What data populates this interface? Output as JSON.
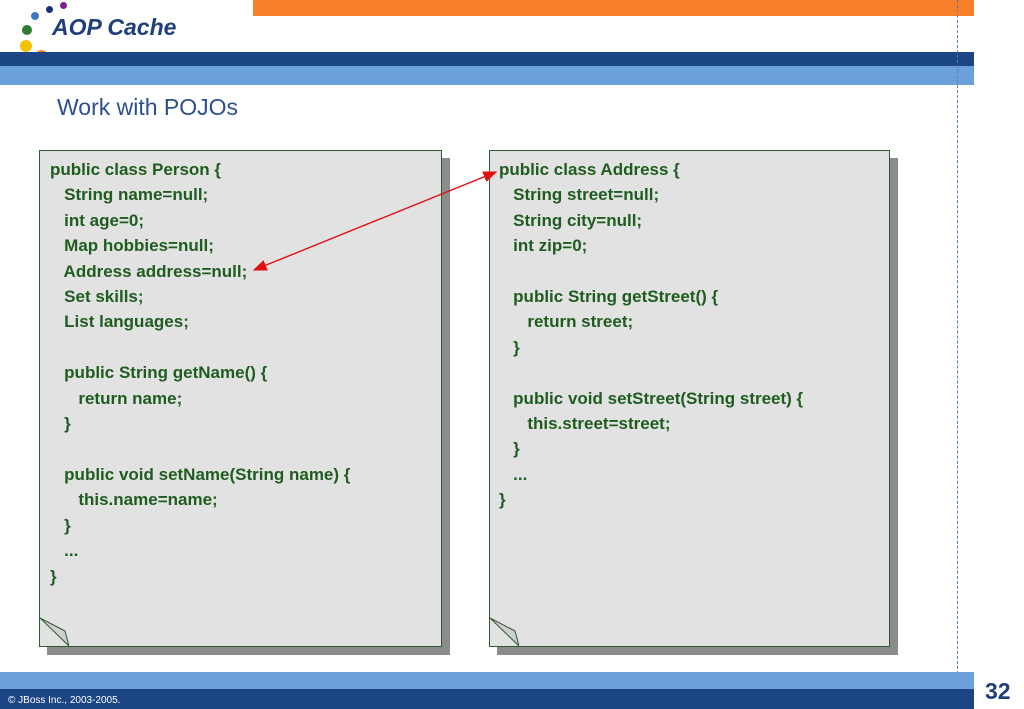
{
  "header": {
    "title": "AOP Cache"
  },
  "slide": {
    "subtitle": "Work with POJOs"
  },
  "code_left": "public class Person {\n   String name=null;\n   int age=0;\n   Map hobbies=null;\n   Address address=null;\n   Set skills;\n   List languages;\n\n   public String getName() {\n      return name;\n   }\n\n   public void setName(String name) {\n      this.name=name;\n   }\n   ...\n}",
  "code_right": "public class Address {\n   String street=null;\n   String city=null;\n   int zip=0;\n\n   public String getStreet() {\n      return street;\n   }\n\n   public void setStreet(String street) {\n      this.street=street;\n   }\n   ...\n}",
  "footer": {
    "copyright": "© JBoss Inc., 2003-2005.",
    "page_number": "32"
  },
  "colors": {
    "orange": "#f77f2a",
    "dark_blue": "#1c4585",
    "light_blue": "#6aa0db",
    "code_green": "#1f5c1f",
    "arrow_red": "#e01010"
  }
}
